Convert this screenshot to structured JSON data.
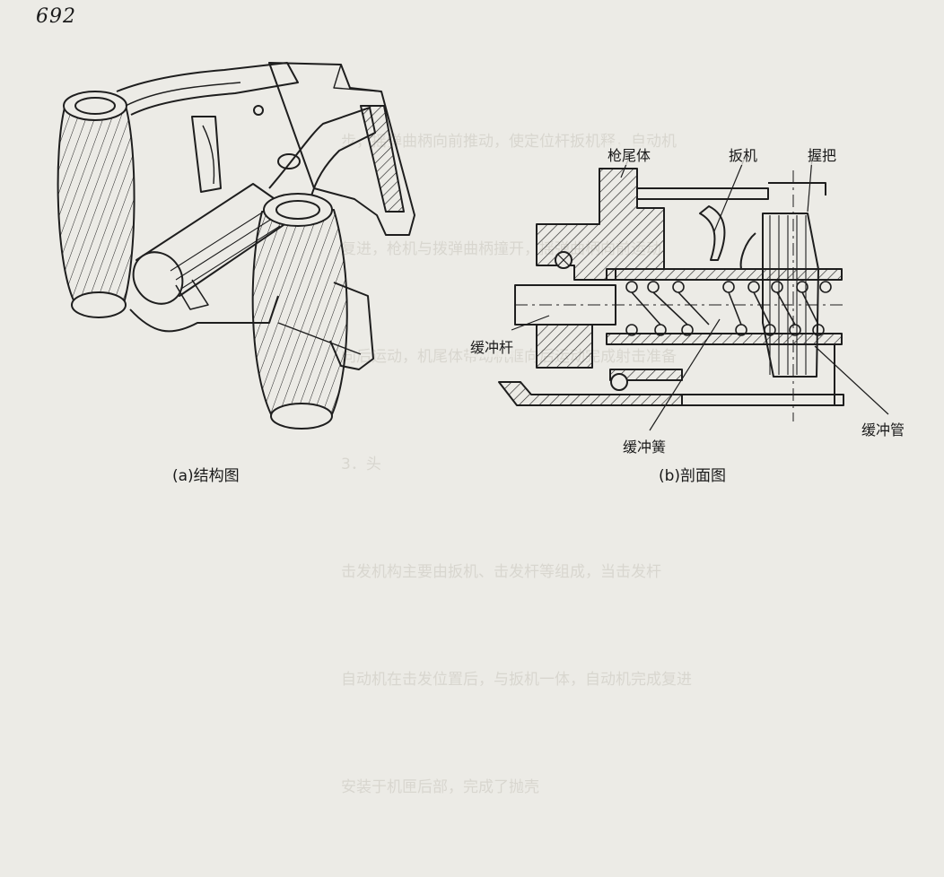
{
  "page_number": "692",
  "figure_a": {
    "caption": "(a)结构图"
  },
  "figure_b": {
    "caption": "(b)剖面图",
    "labels": {
      "gun_tail_body": "枪尾体",
      "trigger": "扳机",
      "grip": "握把",
      "buffer_rod": "缓冲杆",
      "buffer_spring": "缓冲簧",
      "buffer_tube": "缓冲管"
    }
  },
  "background_text_lines": [
    "步，摇弹曲柄向前推动，使定位杆扳机释，自动机",
    "复进，枪机与拨弹曲柄撞开，摇弹曲柄向前运动",
    "向后运动，机尾体带动机框向后运动完成射击准备",
    "3．头",
    "击发机构主要由扳机、击发杆等组成，当击发杆",
    "自动机在击发位置后，与扳机一体，自动机完成复进",
    "安装于机匣后部，完成了抛壳"
  ]
}
